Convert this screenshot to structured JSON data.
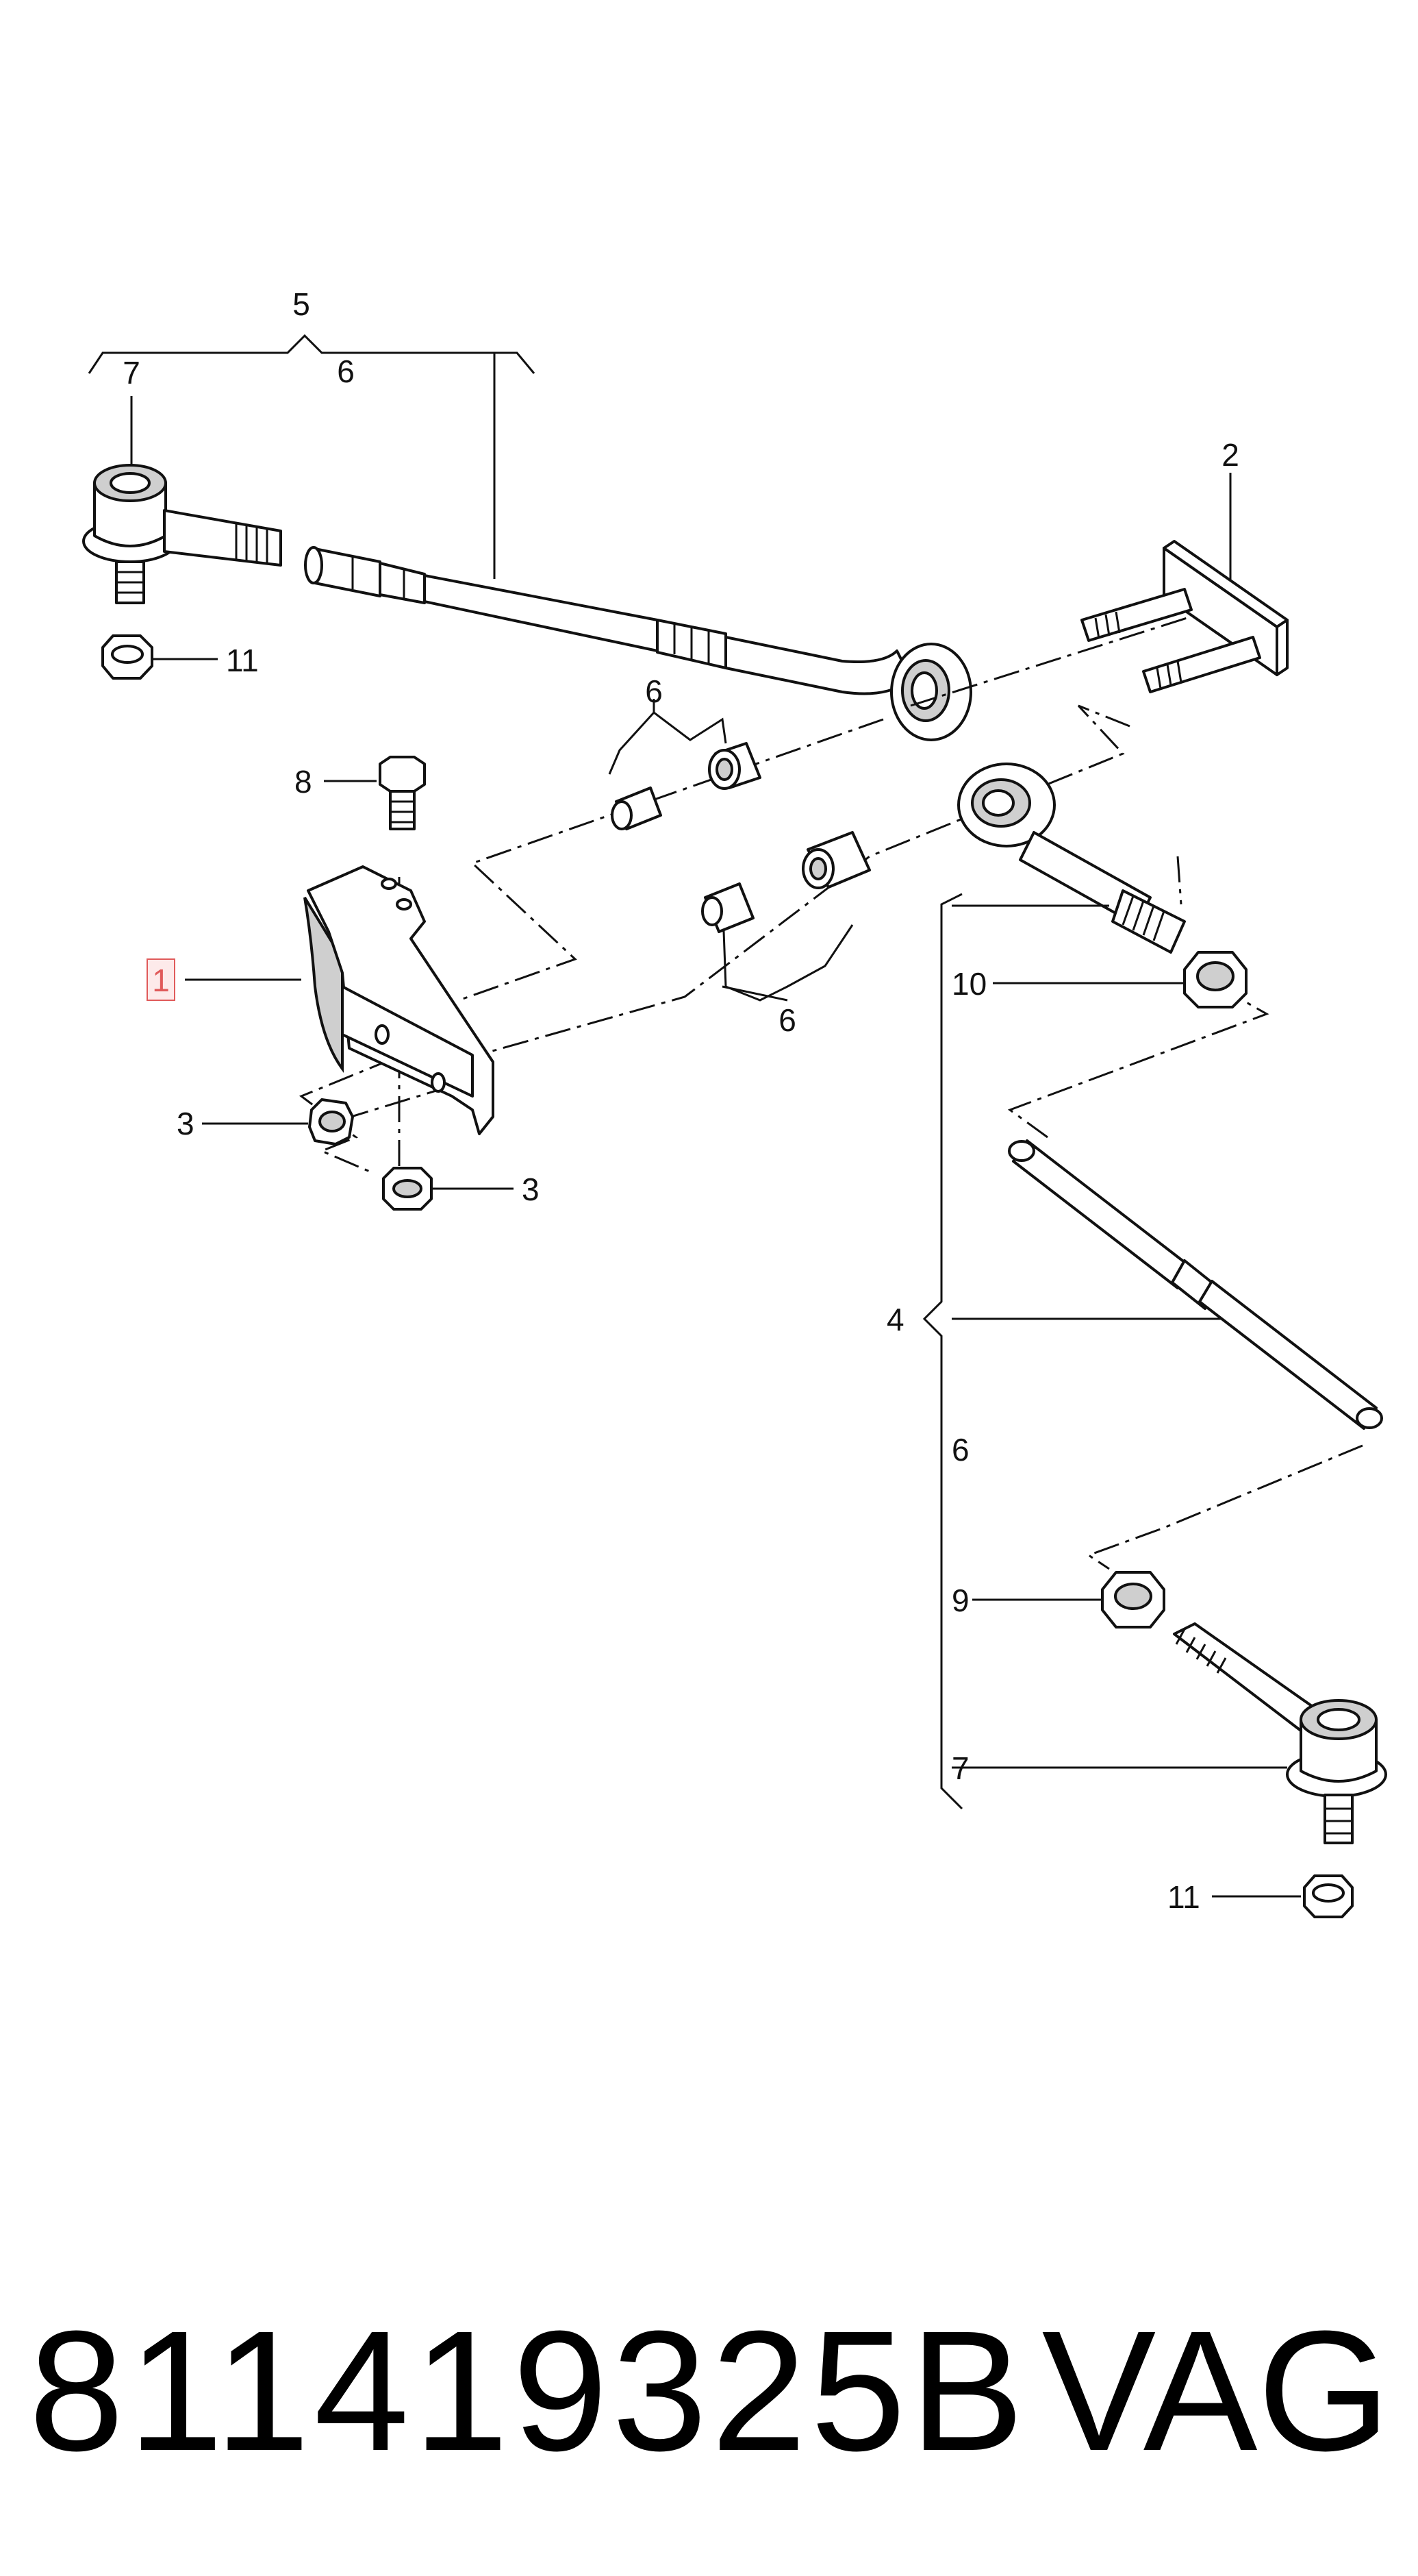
{
  "diagram": {
    "labels": {
      "n1": "1",
      "n2": "2",
      "n3a": "3",
      "n3b": "3",
      "n4": "4",
      "n5": "5",
      "n6_top": "6",
      "n6_mid": "6",
      "n6_low": "6",
      "n6_right": "6",
      "n7_top": "7",
      "n7_bottom": "7",
      "n8": "8",
      "n9": "9",
      "n10": "10",
      "n11_top": "11",
      "n11_bottom": "11"
    },
    "highlighted_label": "1",
    "highlight_color": "#e05a5a"
  },
  "footer": {
    "part_number": "811419325B",
    "brand": "VAG"
  }
}
